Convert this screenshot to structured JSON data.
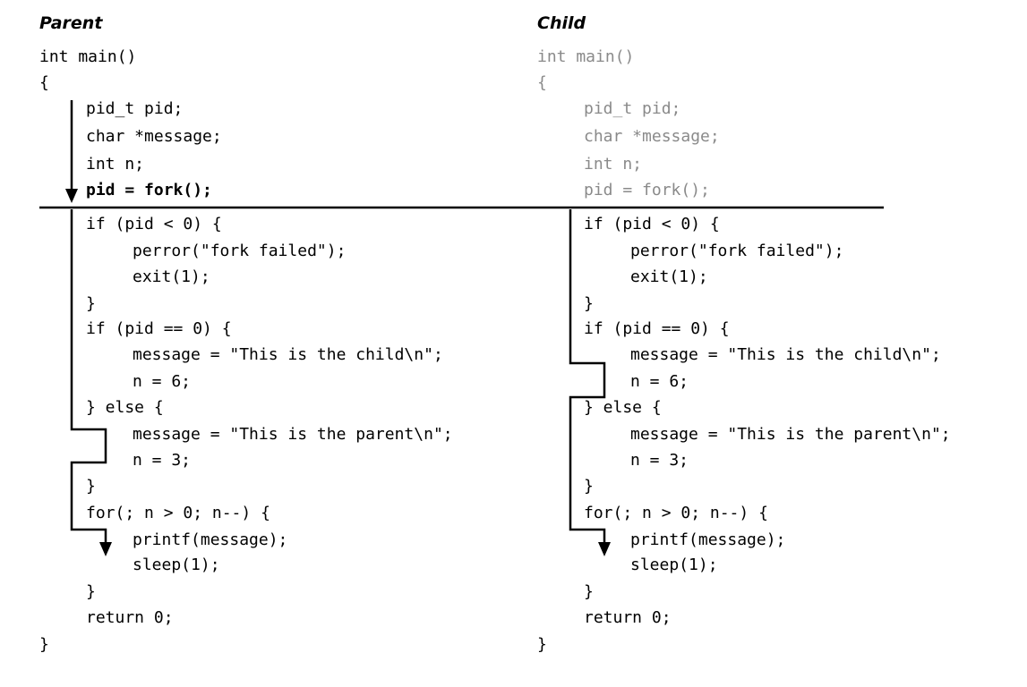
{
  "parent": {
    "title": "Parent",
    "lines": [
      "int main()",
      "{",
      "pid_t pid;",
      "char *message;",
      "int n;",
      "pid = fork();",
      "if (pid < 0) {",
      "perror(\"fork failed\");",
      "exit(1);",
      "}",
      "if (pid == 0) {",
      "message = \"This is the child\\n\";",
      "n = 6;",
      "} else {",
      "message = \"This is the parent\\n\";",
      "n = 3;",
      "}",
      "for(; n > 0; n--) {",
      "printf(message);",
      "sleep(1);",
      "}",
      "return 0;",
      "}"
    ]
  },
  "child": {
    "title": "Child",
    "lines": [
      "int main()",
      "{",
      "pid_t pid;",
      "char *message;",
      "int n;",
      "pid = fork();",
      "if (pid < 0) {",
      "perror(\"fork failed\");",
      "exit(1);",
      "}",
      "if (pid == 0) {",
      "message = \"This is the child\\n\";",
      "n = 6;",
      "} else {",
      "message = \"This is the parent\\n\";",
      "n = 3;",
      "}",
      "for(; n > 0; n--) {",
      "printf(message);",
      "sleep(1);",
      "}",
      "return 0;",
      "}"
    ]
  },
  "colors": {
    "ink": "#000000",
    "dimmed": "#8a8a8a",
    "background": "#ffffff"
  }
}
